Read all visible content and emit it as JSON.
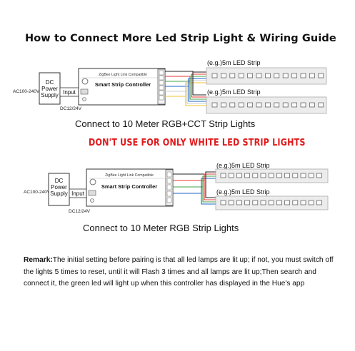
{
  "title": "How to Connect More Led Strip Light & Wiring Guide",
  "diagram1": {
    "voltage_label": "AC100-240V",
    "psu_lines": [
      "DC",
      "Power",
      "Supply"
    ],
    "input_label": "Input",
    "dc_label": "DC12/24V",
    "controller_header": "ZigBee Light Link Compatible",
    "controller_name": "Smart Strip Controller",
    "strip_labels": [
      "(e.g.)5m LED Strip",
      "(e.g.)5m LED Strip"
    ],
    "caption": "Connect to 10 Meter RGB+CCT Strip Lights"
  },
  "warning": "DON'T USE FOR ONLY WHITE LED STRIP LIGHTS",
  "diagram2": {
    "voltage_label": "AC100-240V",
    "psu_lines": [
      "DC",
      "Power",
      "Supply"
    ],
    "input_label": "Input",
    "dc_label": "DC12/24V",
    "controller_header": "ZigBee Light Link Compatible",
    "controller_name": "Smart Strip Controller",
    "strip_labels": [
      "(e.g.)5m LED Strip",
      "(e.g.)5m LED Strip"
    ],
    "caption": "Connect to 10 Meter RGB Strip Lights"
  },
  "remark": {
    "label": "Remark:",
    "text": "The initial setting before pairing is that all led lamps are lit up; if not, you must switch off the lights 5 times to reset, until it will Flash 3 times and all lamps are lit up;Then search and connect it, the green led will light up when this controller has displayed in the Hue's app"
  },
  "colors": {
    "warning": "#e0191b",
    "wire_red": "#e53935",
    "wire_green": "#43a047",
    "wire_blue": "#1e63c8",
    "wire_white": "#cfcfcf",
    "wire_yellow": "#f2c531",
    "wire_black": "#222222",
    "strip_fill": "#ececec",
    "strip_border": "#aaaaaa"
  }
}
